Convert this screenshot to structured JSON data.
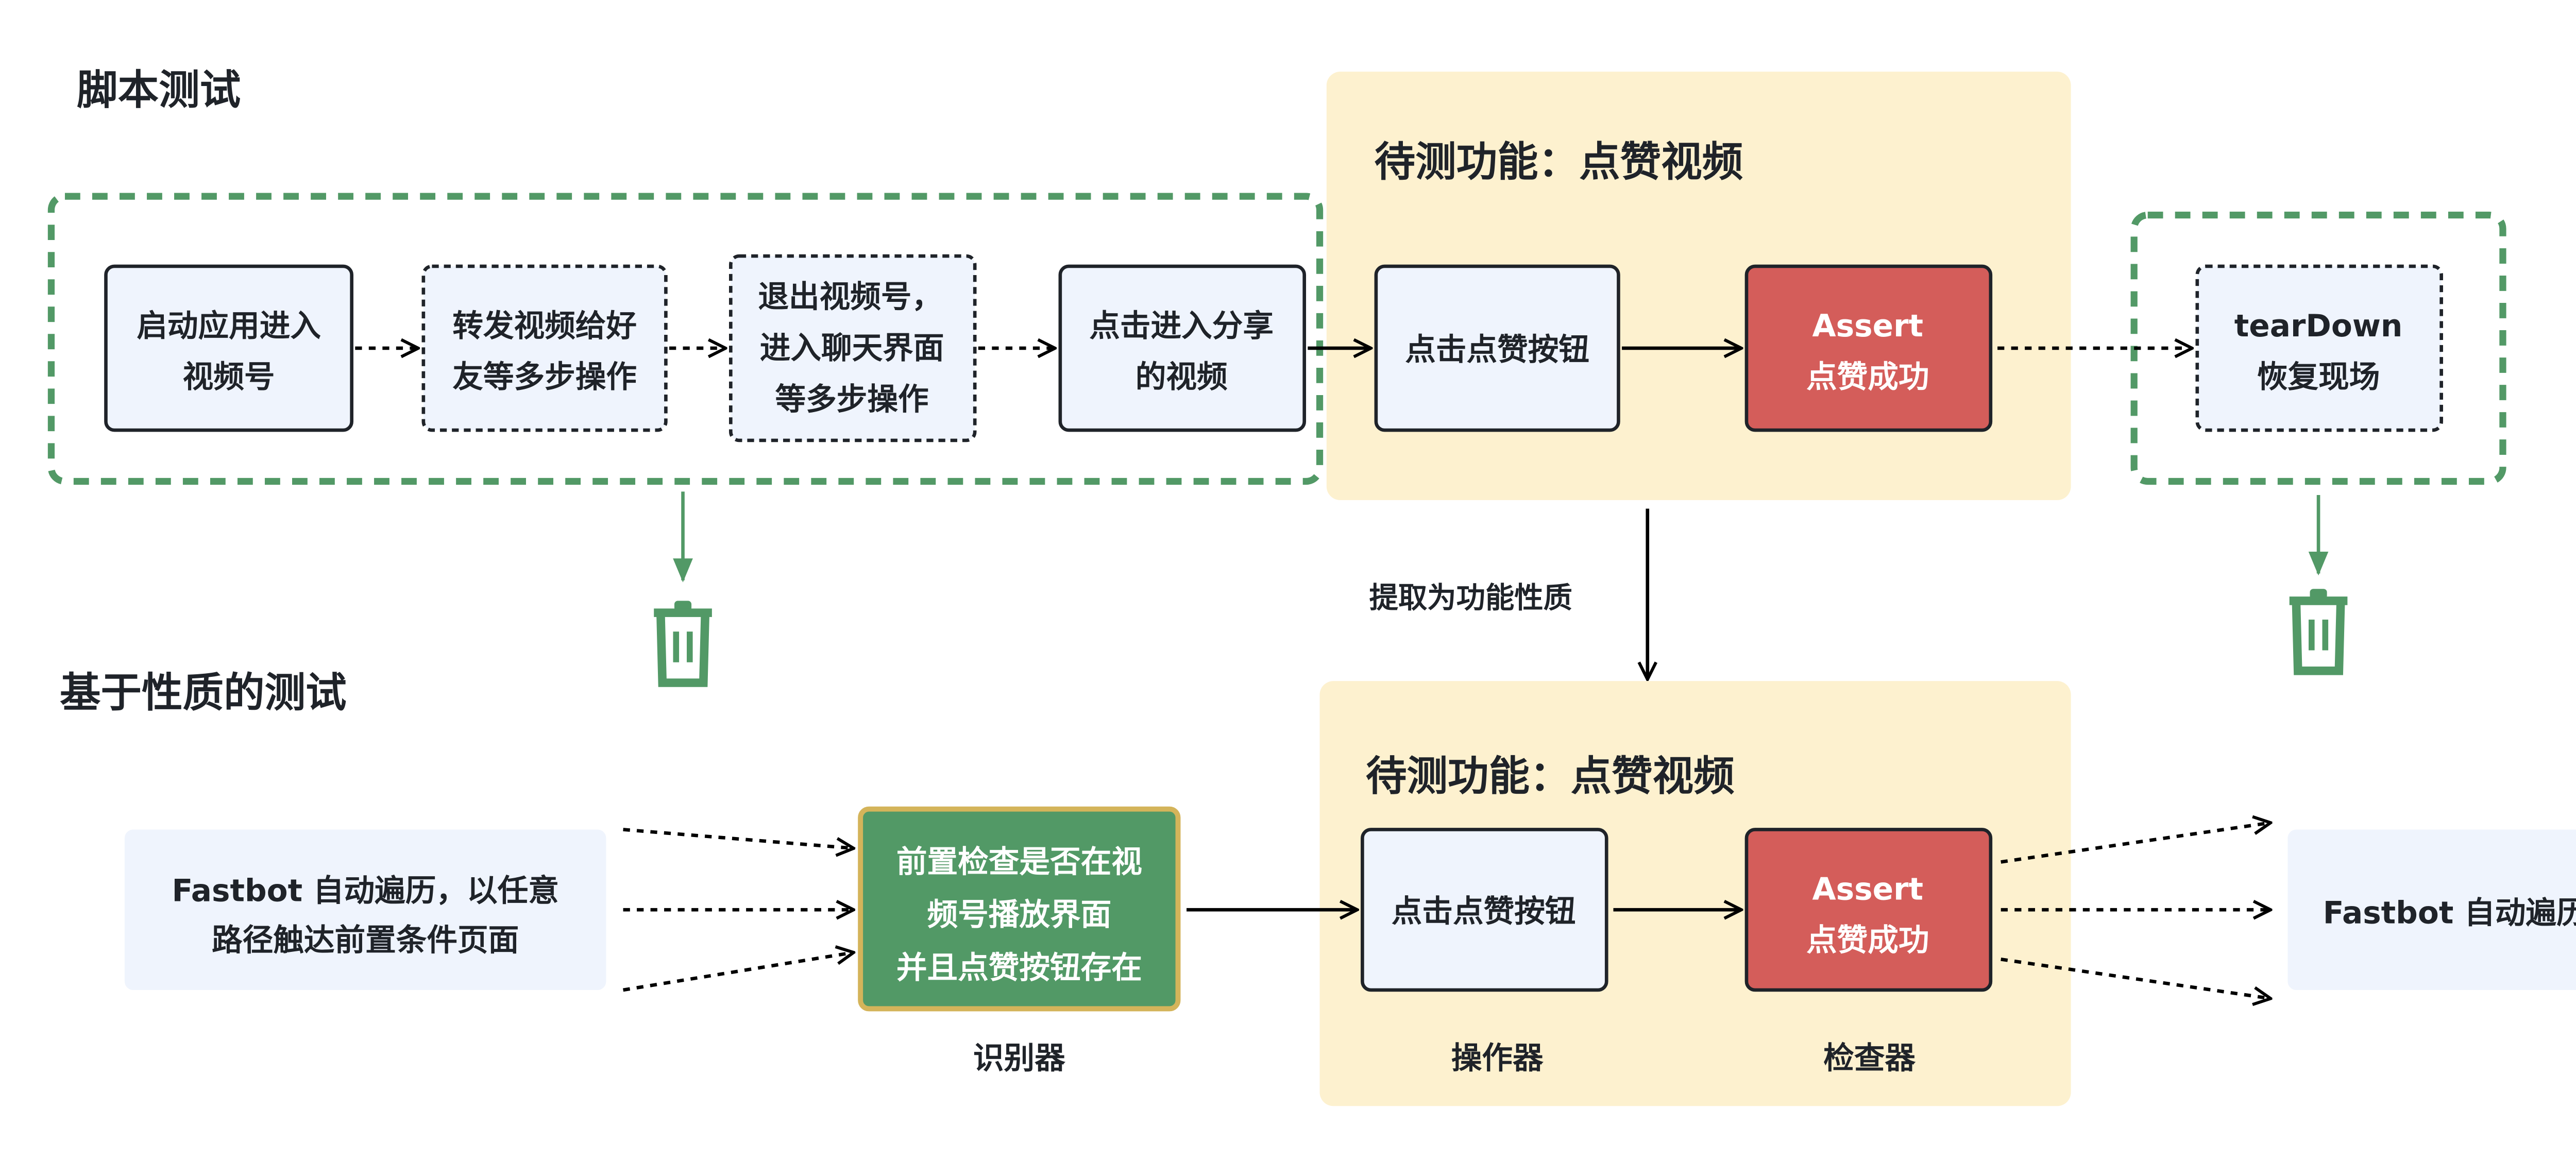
{
  "colors": {
    "green": "#529966",
    "yellow_panel": "#FDF1CF",
    "light_box": "#EFF4FD",
    "assert_red": "#D45D5A",
    "gold_border": "#D4B45A",
    "text": "#1f2329"
  },
  "script_test": {
    "title": "脚本测试",
    "steps": [
      {
        "lines": [
          "启动应用进入",
          "视频号"
        ]
      },
      {
        "lines": [
          "转发视频给好",
          "友等多步操作"
        ]
      },
      {
        "lines": [
          "退出视频号，",
          "进入聊天界面",
          "等多步操作"
        ]
      },
      {
        "lines": [
          "点击进入分享",
          "的视频"
        ]
      }
    ],
    "panel_title": "待测功能：点赞视频",
    "action": "点击点赞按钮",
    "assert": {
      "line1": "Assert",
      "line2": "点赞成功"
    },
    "teardown": {
      "line1": "tearDown",
      "line2": "恢复现场"
    },
    "icons": [
      "trash-icon",
      "trash-icon"
    ]
  },
  "extract_label": "提取为功能性质",
  "property_test": {
    "title": "基于性质的测试",
    "fastbot_start": {
      "line1": "Fastbot 自动遍历，以任意",
      "line2": "路径触达前置条件页面"
    },
    "precondition": {
      "lines": [
        "前置检查是否在视",
        "频号播放界面",
        "并且点赞按钮存在"
      ],
      "caption": "识别器"
    },
    "panel_title": "待测功能：点赞视频",
    "action": {
      "label": "点击点赞按钮",
      "caption": "操作器"
    },
    "assert": {
      "line1": "Assert",
      "line2": "点赞成功",
      "caption": "检查器"
    },
    "fastbot_end": "Fastbot 自动遍历"
  }
}
